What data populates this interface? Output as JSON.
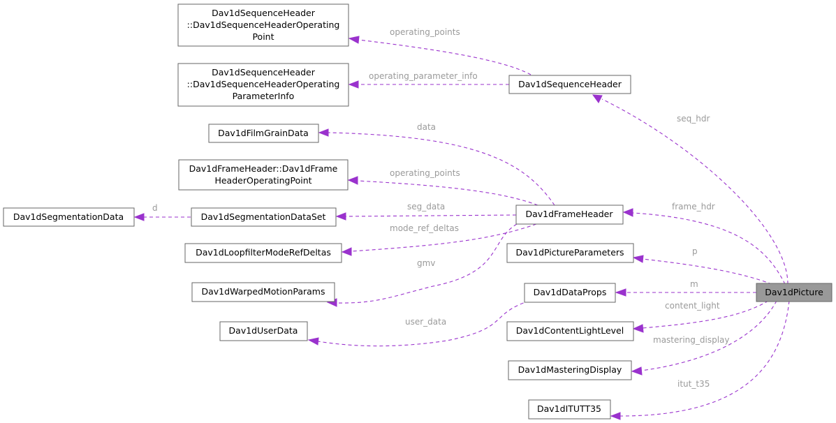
{
  "nodes": {
    "dav1dpicture": "Dav1dPicture",
    "seqhdr": "Dav1dSequenceHeader",
    "seqop": [
      "Dav1dSequenceHeader",
      "::Dav1dSequenceHeaderOperating",
      "Point"
    ],
    "seqparam": [
      "Dav1dSequenceHeader",
      "::Dav1dSequenceHeaderOperating",
      "ParameterInfo"
    ],
    "filmgrain": "Dav1dFilmGrainData",
    "frameop": [
      "Dav1dFrameHeader::Dav1dFrame",
      "HeaderOperatingPoint"
    ],
    "segdata": "Dav1dSegmentationData",
    "segdataset": "Dav1dSegmentationDataSet",
    "framehdr": "Dav1dFrameHeader",
    "loopfilter": "Dav1dLoopfilterModeRefDeltas",
    "picparams": "Dav1dPictureParameters",
    "warped": "Dav1dWarpedMotionParams",
    "dataprops": "Dav1dDataProps",
    "userdata": "Dav1dUserData",
    "contentlight": "Dav1dContentLightLevel",
    "mastering": "Dav1dMasteringDisplay",
    "itut": "Dav1dITUTT35"
  },
  "edges": {
    "operating_points_seq": "operating_points",
    "operating_parameter_info": "operating_parameter_info",
    "seq_hdr": "seq_hdr",
    "data": "data",
    "operating_points_frame": "operating_points",
    "d": "d",
    "seg_data": "seg_data",
    "frame_hdr": "frame_hdr",
    "mode_ref_deltas": "mode_ref_deltas",
    "p": "p",
    "gmv": "gmv",
    "m": "m",
    "user_data": "user_data",
    "content_light": "content_light",
    "mastering_display": "mastering_display",
    "itut_t35": "itut_t35"
  },
  "colors": {
    "edge": "#9a32cd",
    "edge_label": "#9a9a9a",
    "focus_node_fill": "#999999",
    "node_border": "#666666"
  }
}
